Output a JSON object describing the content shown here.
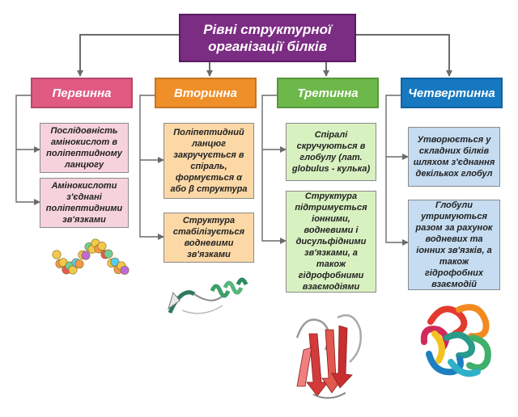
{
  "title": "Рівні структурної організації білків",
  "colors": {
    "title": "#7b2c83",
    "primary": "#e05a82",
    "secondary": "#ef8f2a",
    "tertiary": "#6db84a",
    "quaternary": "#1778c0"
  },
  "levels": [
    {
      "name": "Первинна",
      "items": [
        "Послідовність амінокислот в поліпептидному ланцюгу",
        "Амінокислоти з'єднані поліпептидними зв'язками"
      ],
      "illustration": "peptide-bead-chain"
    },
    {
      "name": "Вторинна",
      "items": [
        "Поліпептидний ланцюг закручується в спіраль, формується α або β структура",
        "Структура стабілізується водневими зв'язками"
      ],
      "illustration": "alpha-helix-ribbon"
    },
    {
      "name": "Третинна",
      "items": [
        "Спіралі скручуються в глобулу (лат. globulus - кулька)",
        "Структура підтримується іонними, водневими і дисульфідними зв'язками, а також гідрофобними взаємодіями"
      ],
      "illustration": "tertiary-beta-ribbon"
    },
    {
      "name": "Четвертинна",
      "items": [
        "Утворюється у складних білків шляхом з'єднання декількох глобул",
        "Глобули утримуються разом за рахунок водневих та іонних зв'язків, а також гідрофобних взаємодій"
      ],
      "illustration": "quaternary-globules"
    }
  ]
}
